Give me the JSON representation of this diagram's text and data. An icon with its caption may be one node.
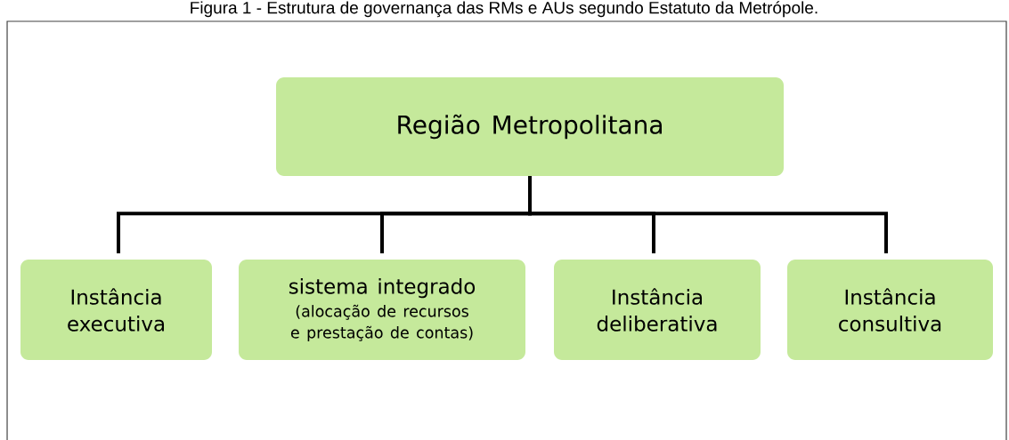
{
  "diagram": {
    "title": "Figura 1 - Estrutura de governança das RMs e AUs segundo Estatuto da Metrópole.",
    "nodes": [
      {
        "text": [
          "Região Metropolitana"
        ]
      },
      {
        "text": [
          "Instância executiva"
        ]
      },
      {
        "text": [
          "sistema integrado",
          "(alocação de recursos e prestação de contas)"
        ]
      },
      {
        "text": [
          "Instância deliberativa"
        ]
      },
      {
        "text": [
          "Instância consultiva"
        ]
      }
    ],
    "edges": [
      {
        "from": 0,
        "to": 1,
        "arrow": "none"
      },
      {
        "from": 0,
        "to": 2,
        "arrow": "none"
      },
      {
        "from": 0,
        "to": 3,
        "arrow": "none"
      },
      {
        "from": 0,
        "to": 4,
        "arrow": "none"
      }
    ]
  }
}
